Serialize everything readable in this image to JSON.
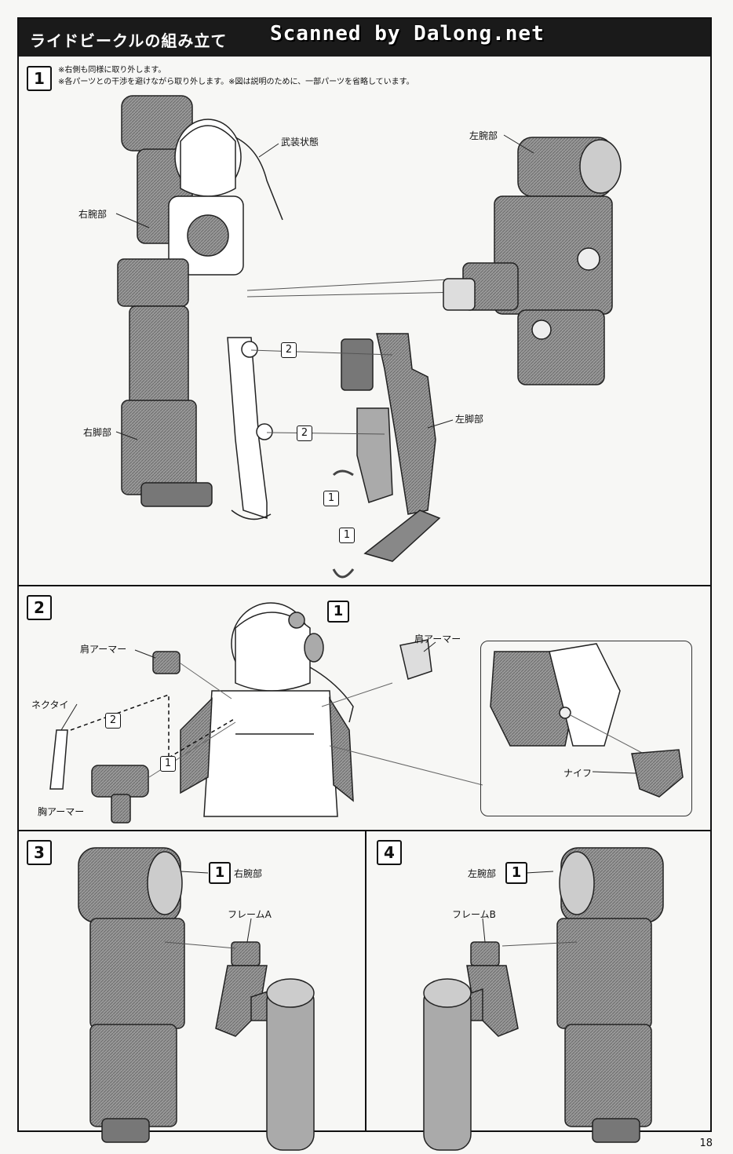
{
  "header": {
    "title": "ライドビークルの組み立て",
    "scan_credit": "Scanned by Dalong.net"
  },
  "step1": {
    "number": "1",
    "notes": [
      "※右側も同様に取り外します。",
      "※各パーツとの干渉を避けながら取り外します。※図は説明のために、一部パーツを省略しています。"
    ],
    "labels": {
      "armed_state": "武装状態",
      "right_arm": "右腕部",
      "left_arm": "左腕部",
      "right_leg": "右脚部",
      "left_leg": "左脚部"
    },
    "callouts": [
      "2",
      "2",
      "1",
      "1"
    ]
  },
  "step2": {
    "number": "2",
    "ref_callout": "1",
    "labels": {
      "shoulder_armor_left": "肩アーマー",
      "shoulder_armor_right": "肩アーマー",
      "necktie": "ネクタイ",
      "chest_armor": "胸アーマー",
      "knife": "ナイフ"
    },
    "callouts": [
      "2",
      "1"
    ]
  },
  "step3": {
    "number": "3",
    "ref_callout": "1",
    "labels": {
      "right_arm": "右腕部",
      "frame_a": "フレームA"
    }
  },
  "step4": {
    "number": "4",
    "ref_callout": "1",
    "labels": {
      "left_arm": "左腕部",
      "frame_b": "フレームB"
    }
  },
  "page_number": "18"
}
